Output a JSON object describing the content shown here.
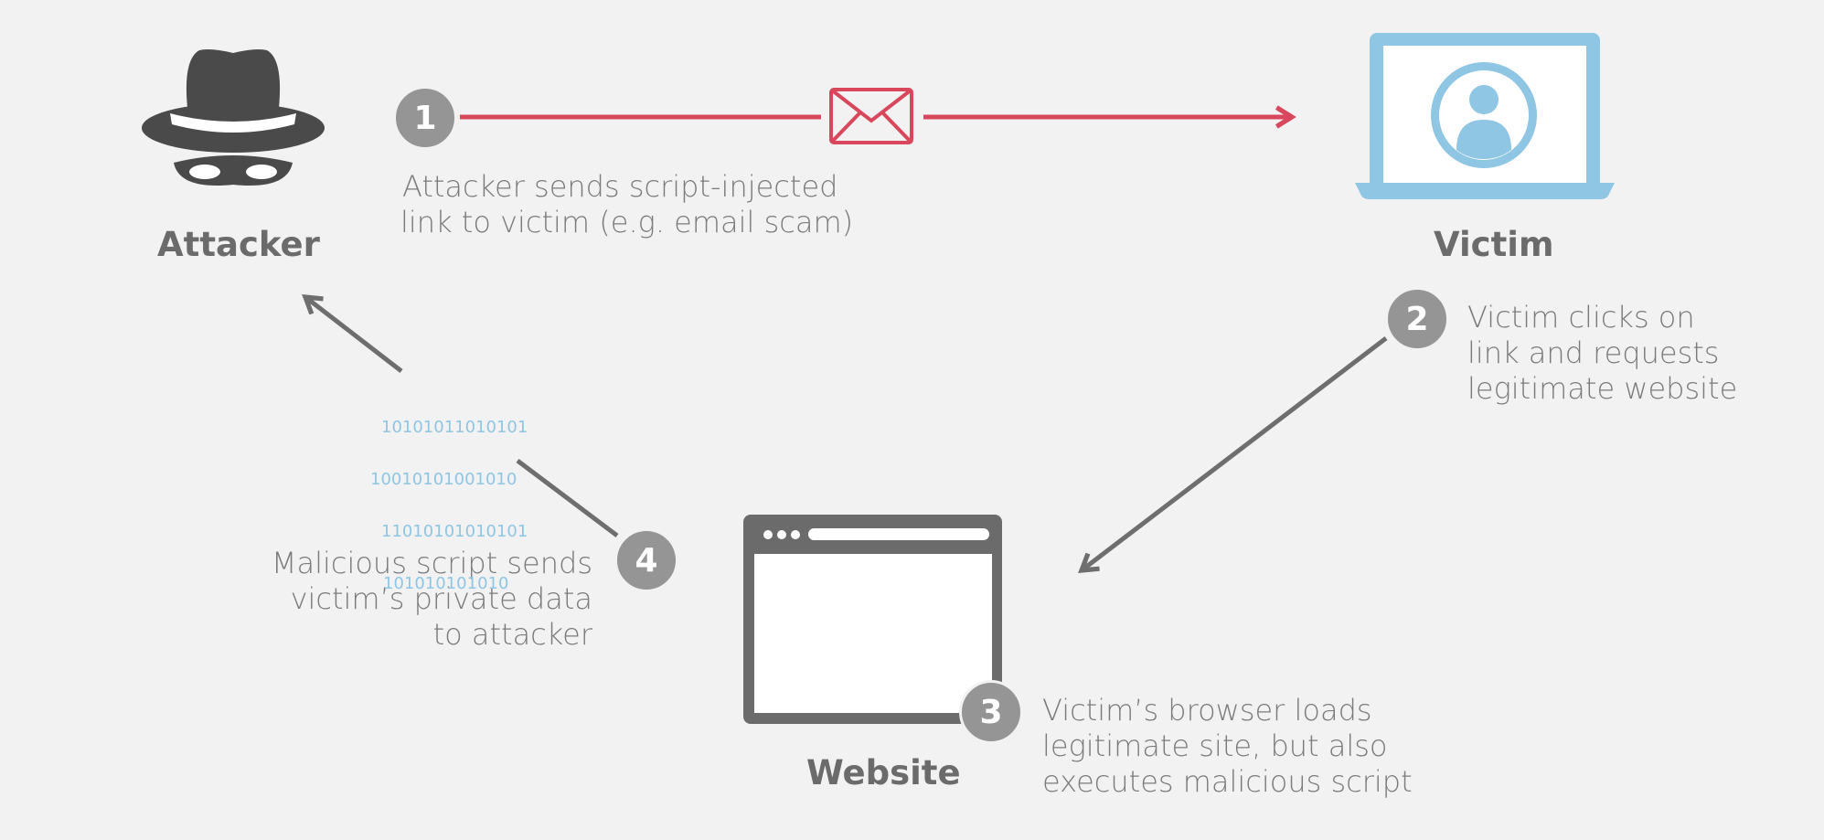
{
  "actors": {
    "attacker": "Attacker",
    "victim": "Victim",
    "website": "Website"
  },
  "steps": [
    {
      "number": "1",
      "lines": [
        "Attacker sends script-injected",
        "link to victim (e.g. email scam)"
      ]
    },
    {
      "number": "2",
      "lines": [
        "Victim clicks on",
        "link and requests",
        "legitimate website"
      ]
    },
    {
      "number": "3",
      "lines": [
        "Victim’s browser loads",
        "legitimate site, but also",
        "executes malicious script"
      ]
    },
    {
      "number": "4",
      "lines": [
        "Malicious script sends",
        "victim’s private data",
        "to attacker"
      ]
    }
  ],
  "binary_data": [
    "10101011010101",
    "10010101001010",
    "11010101010101",
    "101010101010"
  ],
  "icons": {
    "attacker": "hat-and-mask-icon",
    "victim": "laptop-user-icon",
    "website": "browser-window-icon",
    "email": "envelope-icon"
  },
  "colors": {
    "background": "#f2f2f2",
    "email_arrow": "#d9475c",
    "victim_blue": "#8ec6e4",
    "dark_gray": "#4a4a4a",
    "arrow_gray": "#6e6e6e",
    "badge_gray": "#959595"
  }
}
